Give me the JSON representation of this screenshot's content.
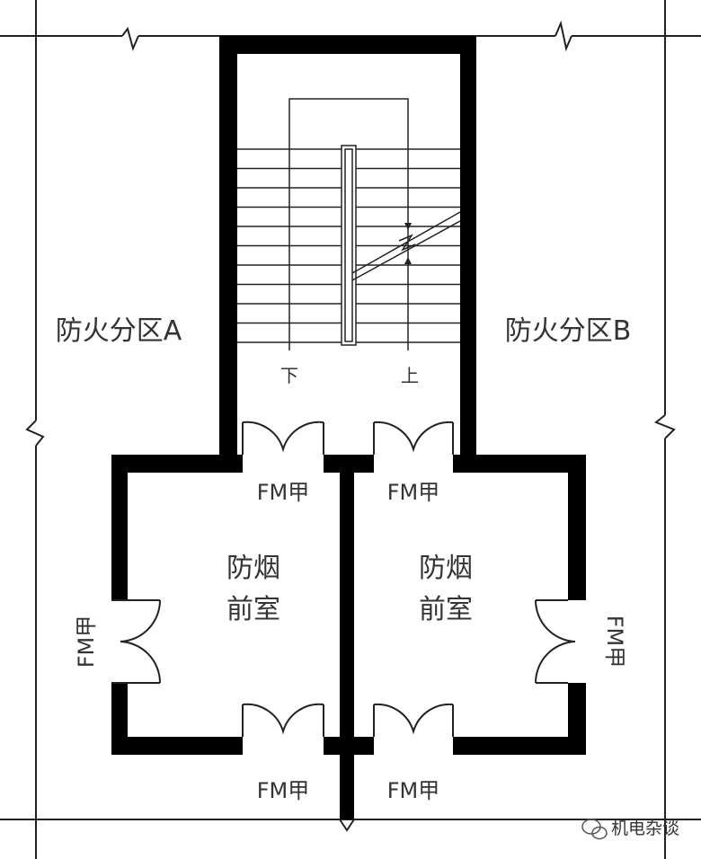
{
  "zones": {
    "left": "防火分区A",
    "right": "防火分区B"
  },
  "stairs": {
    "down": "下",
    "up": "上"
  },
  "rooms": {
    "left": {
      "line1": "防烟",
      "line2": "前室"
    },
    "right": {
      "line1": "防烟",
      "line2": "前室"
    }
  },
  "doors": {
    "stair_left": "FM甲",
    "stair_right": "FM甲",
    "side_left": "FM甲",
    "side_right": "FM甲",
    "bottom_left": "FM甲",
    "bottom_right": "FM甲"
  },
  "watermark": "机电杂谈",
  "colors": {
    "wall": "#000000",
    "line": "#222222",
    "text": "#333333"
  }
}
